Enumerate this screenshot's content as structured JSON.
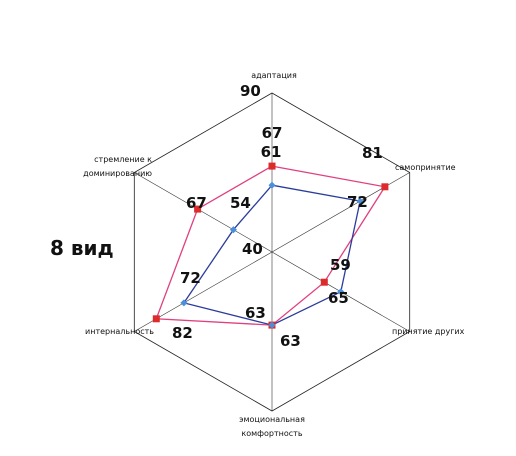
{
  "chart_data": {
    "type": "radar",
    "axes": [
      {
        "label": "адаптация"
      },
      {
        "label": "самопринятие"
      },
      {
        "label": "принятие других"
      },
      {
        "label": [
          "эмоциональная",
          "комфортность"
        ]
      },
      {
        "label": "интернальность"
      },
      {
        "label": [
          "стремление к",
          "доминированию"
        ]
      }
    ],
    "scale": {
      "min": 40,
      "max": 90
    },
    "tick_labels": [
      "90",
      "40"
    ],
    "series": [
      {
        "color": "#e0407f",
        "marker_color": "#dd2b2b",
        "values": [
          67,
          81,
          59,
          63,
          82,
          67
        ],
        "labels": [
          "67",
          "81",
          "59",
          "63",
          "82",
          "67"
        ]
      },
      {
        "color": "#2c3c9c",
        "marker_color": "#4a8fd8",
        "values": [
          61,
          72,
          65,
          63,
          72,
          54
        ],
        "labels": [
          "61",
          "72",
          "65",
          "63",
          "72",
          "54"
        ]
      }
    ]
  },
  "side_label": "8 вид"
}
